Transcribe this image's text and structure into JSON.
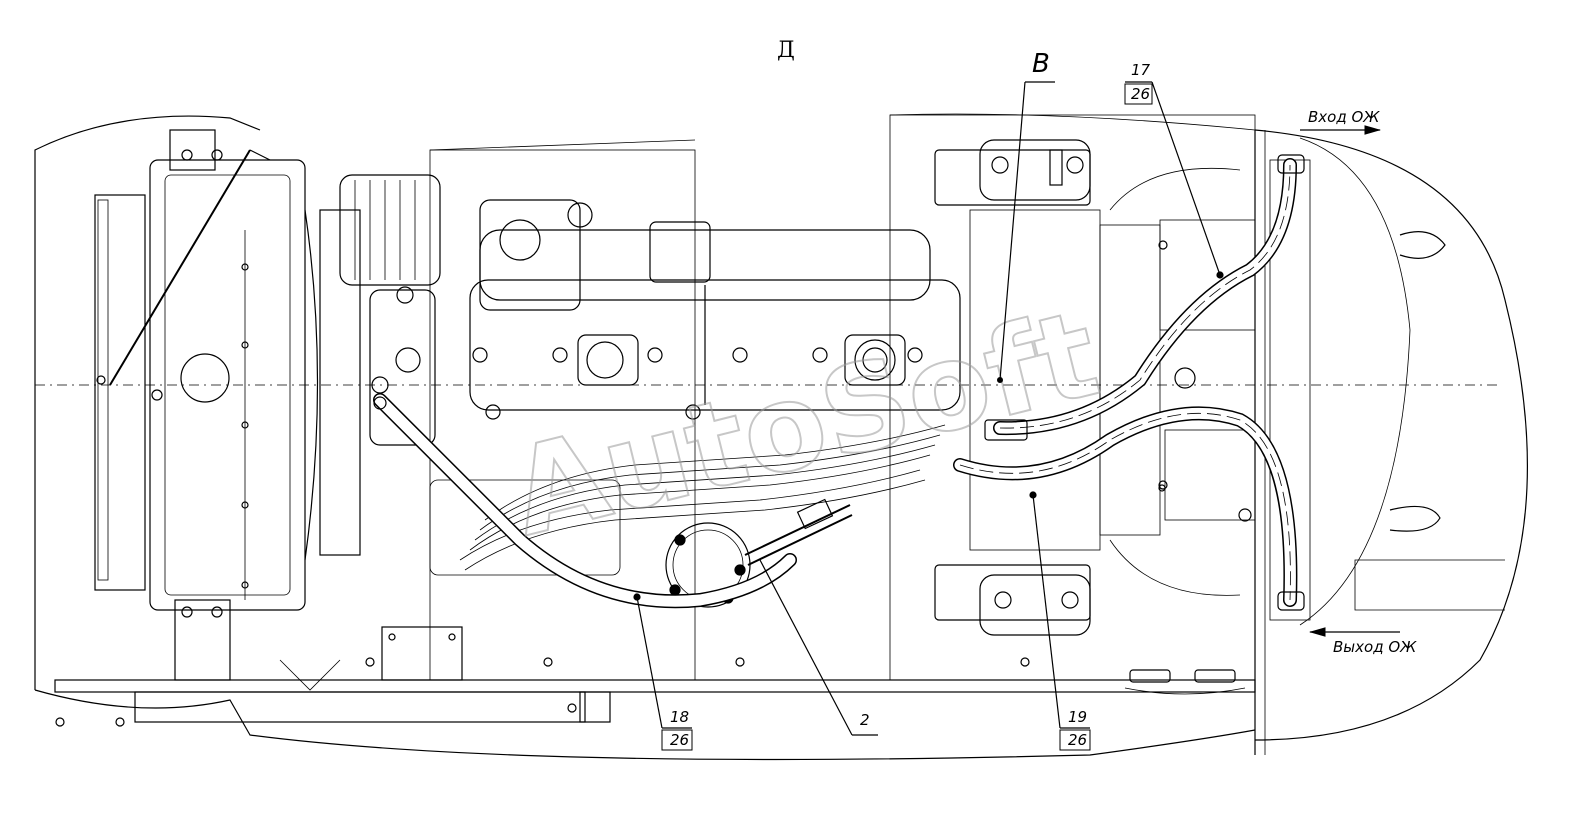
{
  "view_label": "Д",
  "detail_label": "B",
  "watermark": "AutoSoft",
  "flows": {
    "coolant_in": "Вход ОЖ",
    "coolant_out": "Выход ОЖ"
  },
  "callouts": [
    {
      "id": "17",
      "num": "17",
      "den": "26"
    },
    {
      "id": "18",
      "num": "18",
      "den": "26"
    },
    {
      "id": "19",
      "num": "19",
      "den": "26"
    },
    {
      "id": "2",
      "num": "2",
      "den": ""
    }
  ]
}
